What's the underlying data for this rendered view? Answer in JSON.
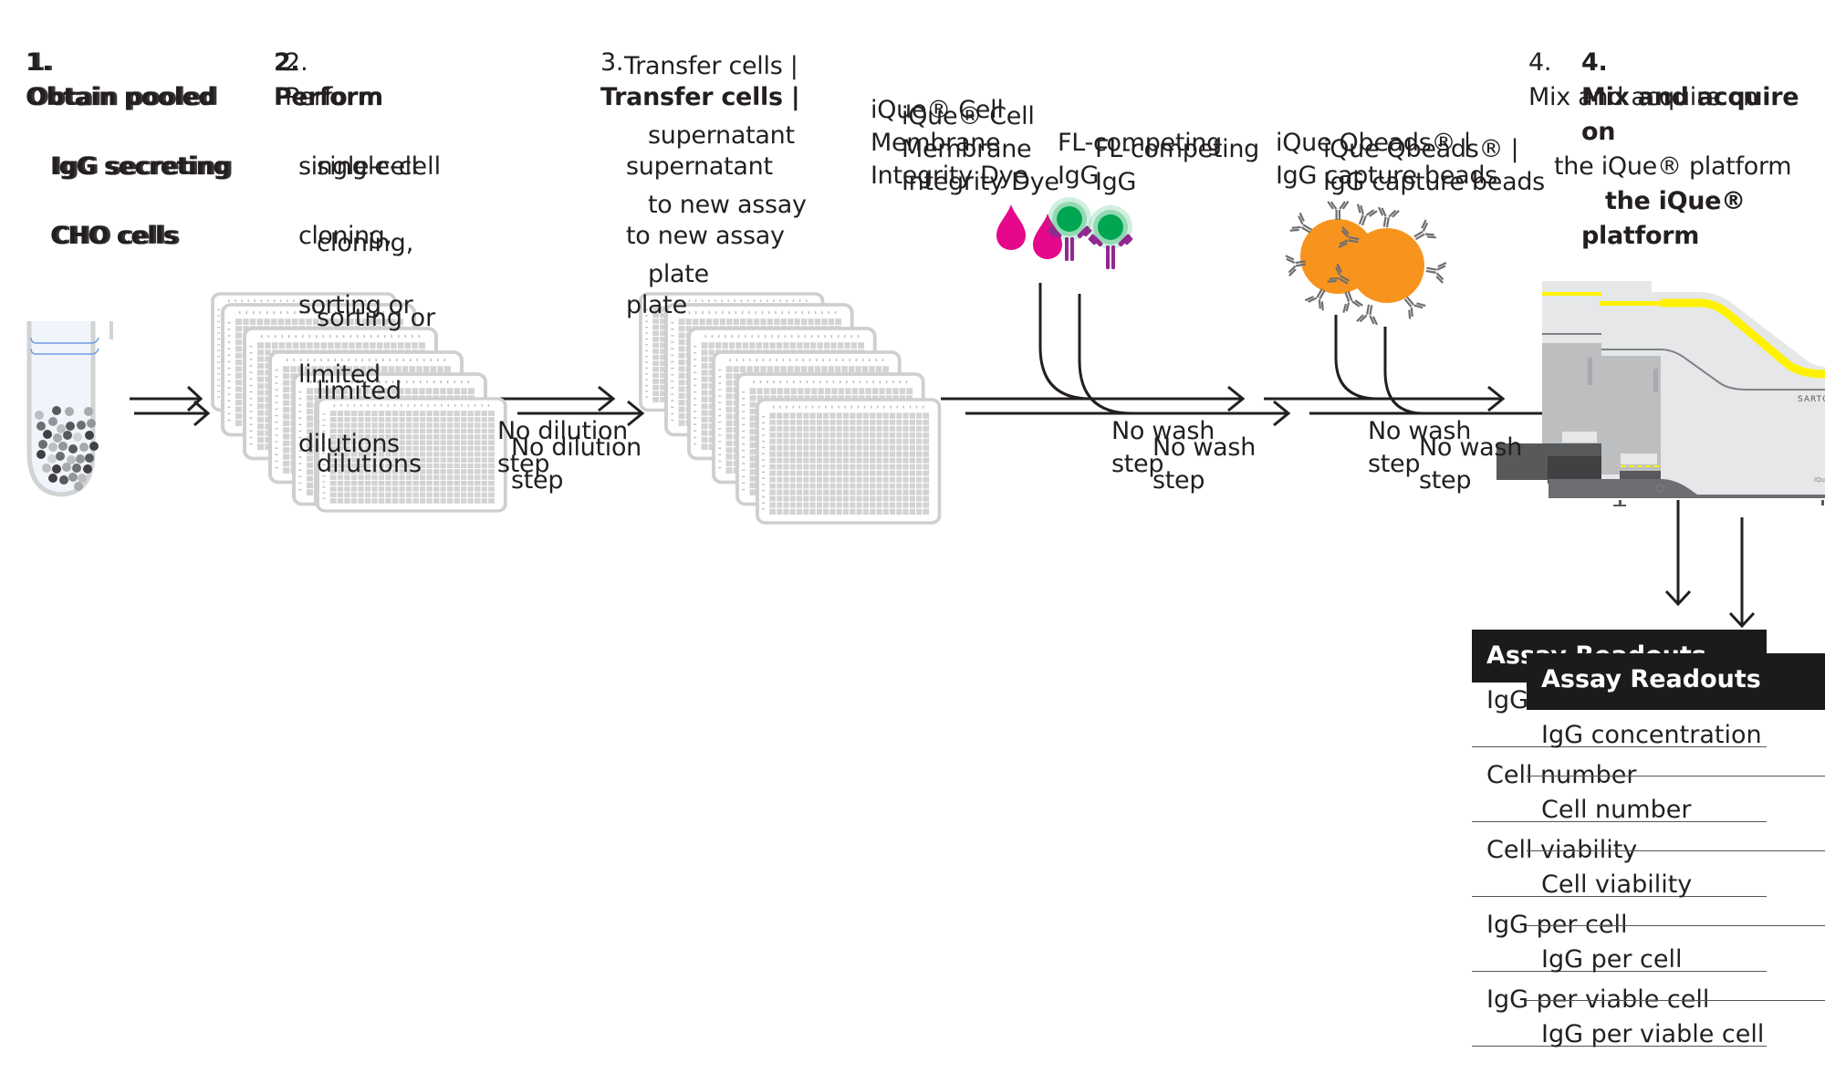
{
  "diagram": {
    "title": "IgG secreting CHO cell clone screening workflow",
    "steps": [
      {
        "number": "1.",
        "lines": [
          "Obtain pooled",
          "IgG secreting",
          "CHO cells"
        ]
      },
      {
        "number": "2.",
        "lines": [
          "Perform",
          "single-cell",
          "cloning,",
          "sorting or",
          "limited",
          "dilutions"
        ]
      },
      {
        "number": "3.",
        "lines": [
          "Transfer cells |",
          "supernatant",
          "to new assay",
          "plate"
        ]
      },
      {
        "number": "4.",
        "lines": [
          "Mix and acquire on",
          "the iQue® platform"
        ]
      }
    ],
    "reagents": {
      "dye_label": "iQue® Cell\nMembrane\nIntegrity Dye",
      "igg_label": "FL-competing\nIgG",
      "beads_label": "iQue Qbeads® |\nIgG capture beads"
    },
    "transitions": {
      "no_dilution": "No dilution\nstep",
      "no_wash_1": "No wash\nstep",
      "no_wash_2": "No wash\nstep"
    },
    "instrument": {
      "brand_text": "SARTORIUS",
      "model_text": "iQue"
    },
    "readouts": {
      "header": "Assay Readouts",
      "items": [
        "IgG concentration",
        "Cell number",
        "Cell viability",
        "IgG per cell",
        "IgG per viable cell"
      ]
    },
    "colors": {
      "dye_magenta": "#e5088a",
      "igg_green": "#00a651",
      "igg_purple": "#92278f",
      "bead_orange": "#f7941d",
      "instrument_yellow": "#fff200",
      "readout_header": "#1b1b1b"
    },
    "layers": [
      "layer-a",
      "layer-b"
    ]
  }
}
